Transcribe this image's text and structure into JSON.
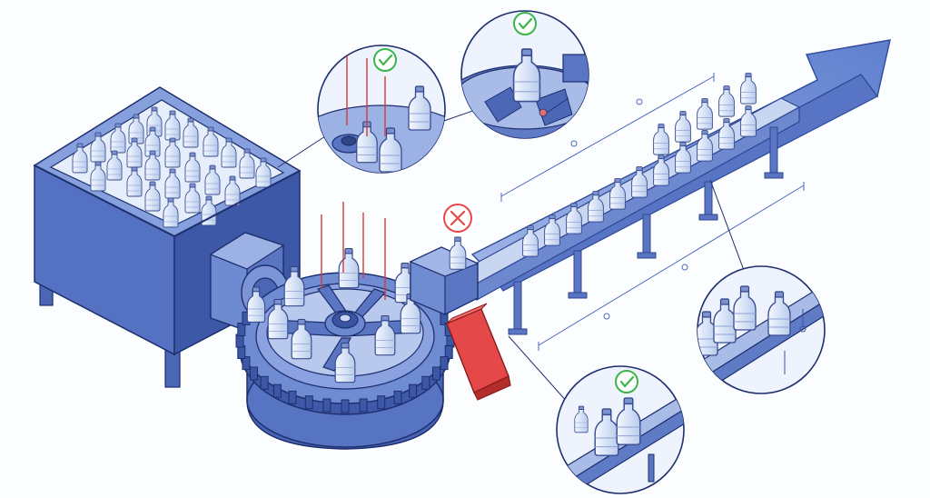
{
  "colors": {
    "steel": "#5a78c6",
    "steel_dark": "#3b55a3",
    "steel_light": "#8ea4dd",
    "outline": "#1e2f6e",
    "bottle_fill": "#dbe6f7",
    "bottle_outline": "#3a4e92",
    "reject": "#e54848",
    "pass": "#3bb54a",
    "laser": "#d23a3a",
    "arrow": "#6f8fd6"
  },
  "icons": {
    "pass": "check-circle-icon",
    "fail": "x-circle-icon"
  },
  "stations": {
    "hopper": "bottle-hopper",
    "sorter": "rotary-unscrambler-wheel",
    "reject": "reject-chute",
    "conveyor": "output-conveyor",
    "arrow": "flow-direction-arrow"
  },
  "callouts": [
    {
      "id": "laser-detail",
      "status": "pass"
    },
    {
      "id": "upright-detail",
      "status": "pass"
    },
    {
      "id": "conveyor-detail",
      "status": "none"
    },
    {
      "id": "exit-detail",
      "status": "pass"
    }
  ],
  "reject_indicator": "fail"
}
